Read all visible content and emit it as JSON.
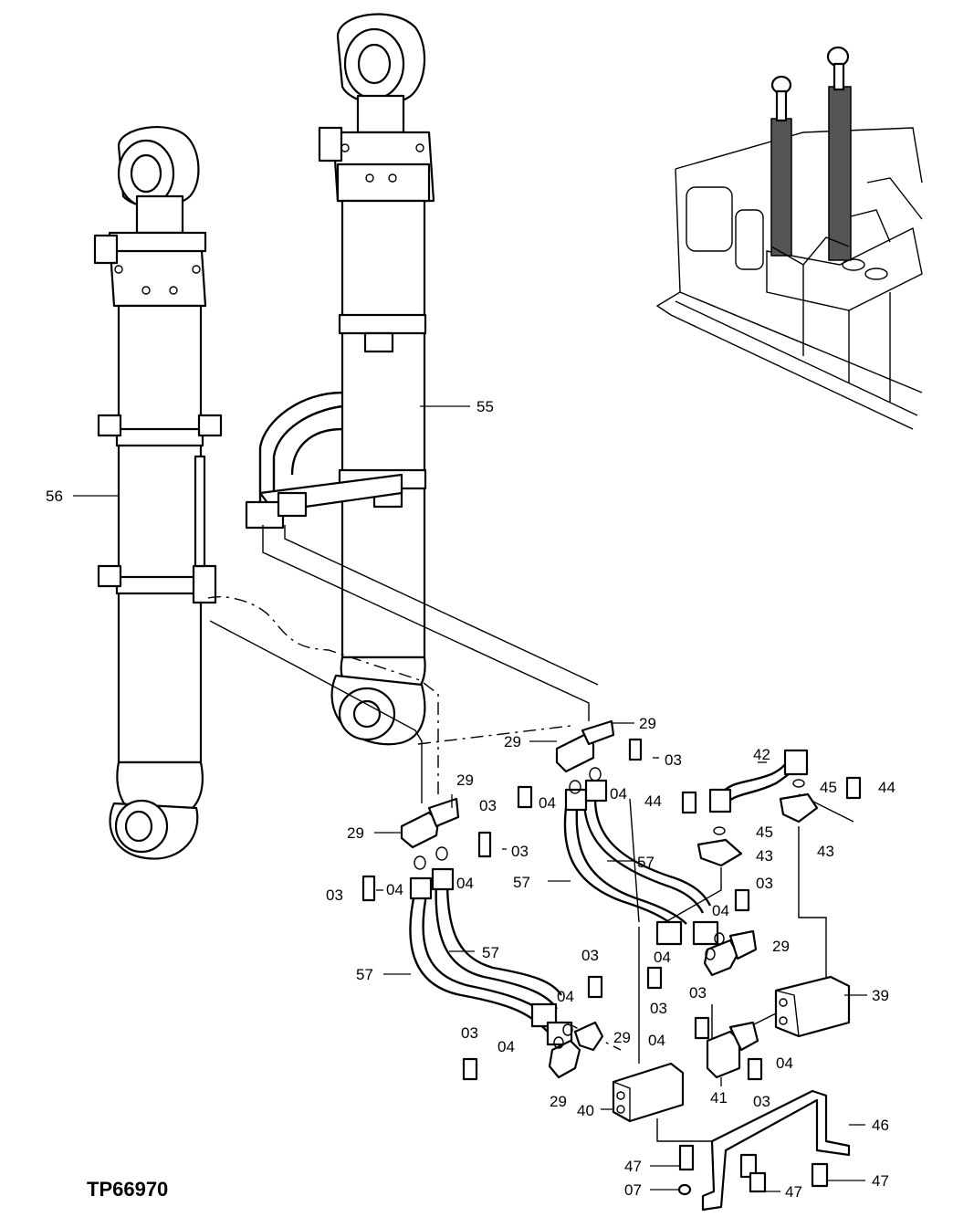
{
  "figure_ref": "TP66970",
  "part_numbers": {
    "p03": "03",
    "p04": "04",
    "p07": "07",
    "p29": "29",
    "p39": "39",
    "p40": "40",
    "p41": "41",
    "p42": "42",
    "p43": "43",
    "p44": "44",
    "p45": "45",
    "p46": "46",
    "p47": "47",
    "p55": "55",
    "p56": "56",
    "p57": "57"
  }
}
